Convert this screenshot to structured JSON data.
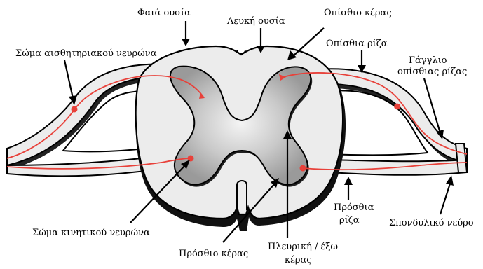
{
  "labels": {
    "gray_matter": "Φαιά ουσία",
    "white_matter": "Λευκή ουσία",
    "dorsal_horn": "Οπίσθιο κέρας",
    "dorsal_root": "Οπίσθια ρίζα",
    "dorsal_root_ganglion_line1": "Γάγγλιο",
    "dorsal_root_ganglion_line2": "οπίσθιας ρίζας",
    "sensory_neuron_body": "Σώμα αισθητηριακού νευρώνα",
    "motor_neuron_body": "Σώμα κινητικού νευρώνα",
    "ventral_horn": "Πρόσθιο κέρας",
    "lateral_horn_line1": "Πλευρική / έξω",
    "lateral_horn_line2": "κέρας",
    "ventral_root_line1": "Πρόσθια",
    "ventral_root_line2": "ρίζα",
    "spinal_nerve": "Σπονδυλικό νεύρο"
  },
  "colors": {
    "outline": "#000000",
    "white_matter": "#ececec",
    "gray_matter": "#bdbdbd",
    "neuron": "#e8413a",
    "shadow": "#555555"
  }
}
